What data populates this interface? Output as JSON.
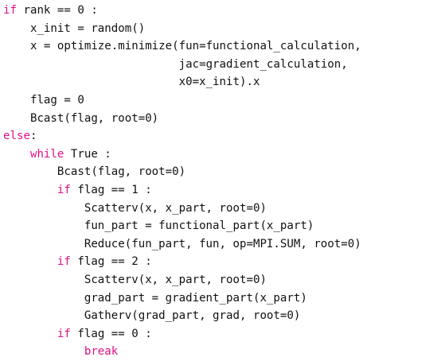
{
  "code": {
    "keyword_color": "#e0108a",
    "lines": [
      {
        "indent": "",
        "kw": "if",
        "rest": " rank == 0 :"
      },
      {
        "indent": "    ",
        "kw": "",
        "rest": "x_init = random()"
      },
      {
        "indent": "    ",
        "kw": "",
        "rest": "x = optimize.minimize(fun=functional_calculation,"
      },
      {
        "indent": "                          ",
        "kw": "",
        "rest": "jac=gradient_calculation,"
      },
      {
        "indent": "                          ",
        "kw": "",
        "rest": "x0=x_init).x"
      },
      {
        "indent": "    ",
        "kw": "",
        "rest": "flag = 0"
      },
      {
        "indent": "    ",
        "kw": "",
        "rest": "Bcast(flag, root=0)"
      },
      {
        "indent": "",
        "kw": "else",
        "rest": ":"
      },
      {
        "indent": "    ",
        "kw": "while",
        "rest": " True :"
      },
      {
        "indent": "        ",
        "kw": "",
        "rest": "Bcast(flag, root=0)"
      },
      {
        "indent": "        ",
        "kw": "if",
        "rest": " flag == 1 :"
      },
      {
        "indent": "            ",
        "kw": "",
        "rest": "Scatterv(x, x_part, root=0)"
      },
      {
        "indent": "            ",
        "kw": "",
        "rest": "fun_part = functional_part(x_part)"
      },
      {
        "indent": "            ",
        "kw": "",
        "rest": "Reduce(fun_part, fun, op=MPI.SUM, root=0)"
      },
      {
        "indent": "        ",
        "kw": "if",
        "rest": " flag == 2 :"
      },
      {
        "indent": "            ",
        "kw": "",
        "rest": "Scatterv(x, x_part, root=0)"
      },
      {
        "indent": "            ",
        "kw": "",
        "rest": "grad_part = gradient_part(x_part)"
      },
      {
        "indent": "            ",
        "kw": "",
        "rest": "Gatherv(grad_part, grad, root=0)"
      },
      {
        "indent": "        ",
        "kw": "if",
        "rest": " flag == 0 :"
      },
      {
        "indent": "            ",
        "kw": "break",
        "rest": ""
      }
    ]
  }
}
